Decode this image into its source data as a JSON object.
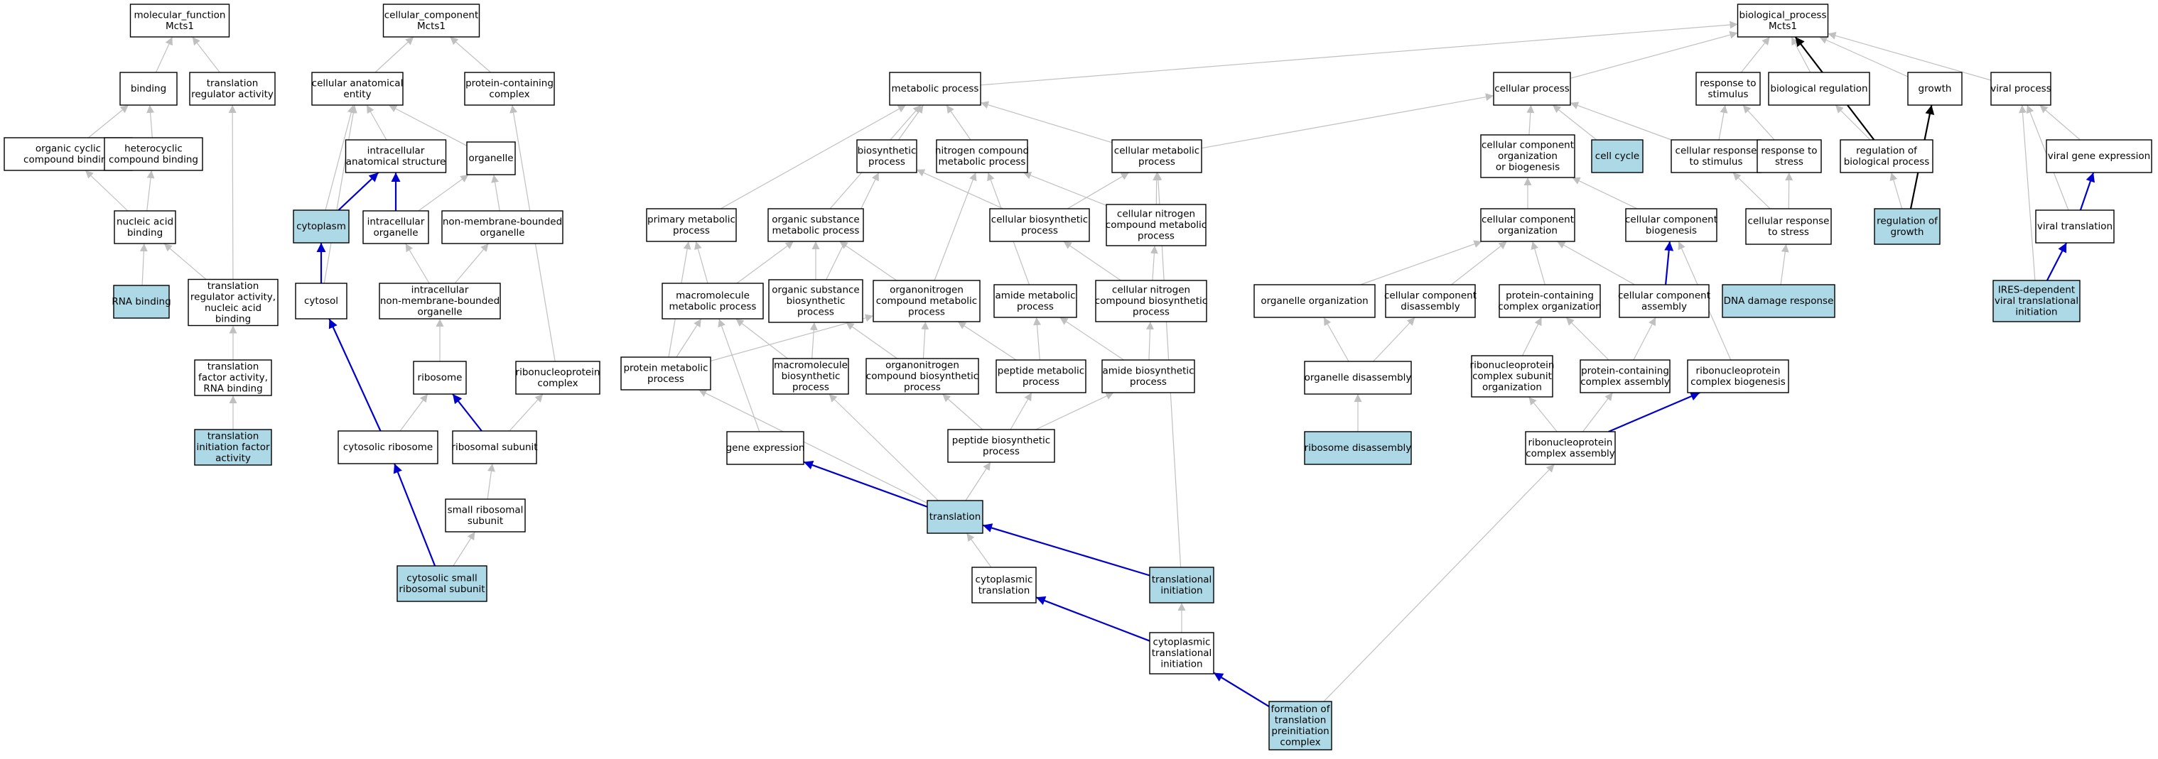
{
  "colors": {
    "node_fill": "#ffffff",
    "highlight_fill": "#add8e6",
    "node_border": "#000000",
    "edge_gray": "#c0c0c0",
    "edge_blue": "#0000cd",
    "edge_black": "#000000"
  },
  "nodes": {
    "mf_root": {
      "lines": [
        "molecular_function",
        "Mcts1"
      ],
      "highlight": false
    },
    "binding": {
      "lines": [
        "binding"
      ],
      "highlight": false
    },
    "trans_reg": {
      "lines": [
        "translation",
        "regulator activity"
      ],
      "highlight": false
    },
    "oc_bind": {
      "lines": [
        "organic cyclic",
        "compound binding"
      ],
      "highlight": false
    },
    "het_bind": {
      "lines": [
        "heterocyclic",
        "compound binding"
      ],
      "highlight": false
    },
    "na_bind": {
      "lines": [
        "nucleic acid",
        "binding"
      ],
      "highlight": false
    },
    "rna_bind": {
      "lines": [
        "RNA binding"
      ],
      "highlight": true
    },
    "trna": {
      "lines": [
        "translation",
        "regulator activity,",
        "nucleic acid",
        "binding"
      ],
      "highlight": false
    },
    "tf_rna": {
      "lines": [
        "translation",
        "factor activity,",
        "RNA binding"
      ],
      "highlight": false
    },
    "tif": {
      "lines": [
        "translation",
        "initiation factor",
        "activity"
      ],
      "highlight": true
    },
    "cc_root": {
      "lines": [
        "cellular_component",
        "Mcts1"
      ],
      "highlight": false
    },
    "cae": {
      "lines": [
        "cellular anatomical",
        "entity"
      ],
      "highlight": false
    },
    "pcc": {
      "lines": [
        "protein-containing",
        "complex"
      ],
      "highlight": false
    },
    "ias": {
      "lines": [
        "intracellular",
        "anatomical structure"
      ],
      "highlight": false
    },
    "organelle": {
      "lines": [
        "organelle"
      ],
      "highlight": false
    },
    "cytoplasm": {
      "lines": [
        "cytoplasm"
      ],
      "highlight": true
    },
    "intra_org": {
      "lines": [
        "intracellular",
        "organelle"
      ],
      "highlight": false
    },
    "nmbo": {
      "lines": [
        "non-membrane-bounded",
        "organelle"
      ],
      "highlight": false
    },
    "cytosol": {
      "lines": [
        "cytosol"
      ],
      "highlight": false
    },
    "inmbo": {
      "lines": [
        "intracellular",
        "non-membrane-bounded",
        "organelle"
      ],
      "highlight": false
    },
    "ribosome": {
      "lines": [
        "ribosome"
      ],
      "highlight": false
    },
    "rnp_cx": {
      "lines": [
        "ribonucleoprotein",
        "complex"
      ],
      "highlight": false
    },
    "cyt_ribo": {
      "lines": [
        "cytosolic ribosome"
      ],
      "highlight": false
    },
    "ribo_sub": {
      "lines": [
        "ribosomal subunit"
      ],
      "highlight": false
    },
    "small_sub": {
      "lines": [
        "small ribosomal",
        "subunit"
      ],
      "highlight": false
    },
    "cyt_small": {
      "lines": [
        "cytosolic small",
        "ribosomal subunit"
      ],
      "highlight": true
    },
    "bp_root": {
      "lines": [
        "biological_process",
        "Mcts1"
      ],
      "highlight": false
    },
    "met_proc": {
      "lines": [
        "metabolic process"
      ],
      "highlight": false
    },
    "cell_proc": {
      "lines": [
        "cellular process"
      ],
      "highlight": false
    },
    "resp_stim": {
      "lines": [
        "response to",
        "stimulus"
      ],
      "highlight": false
    },
    "bio_reg": {
      "lines": [
        "biological regulation"
      ],
      "highlight": false
    },
    "growth": {
      "lines": [
        "growth"
      ],
      "highlight": false
    },
    "viral_proc": {
      "lines": [
        "viral process"
      ],
      "highlight": false
    },
    "biosyn": {
      "lines": [
        "biosynthetic",
        "process"
      ],
      "highlight": false
    },
    "ncmp": {
      "lines": [
        "nitrogen compound",
        "metabolic process"
      ],
      "highlight": false
    },
    "cmp": {
      "lines": [
        "cellular metabolic",
        "process"
      ],
      "highlight": false
    },
    "ccob": {
      "lines": [
        "cellular component",
        "organization",
        "or biogenesis"
      ],
      "highlight": false
    },
    "cell_cycle": {
      "lines": [
        "cell cycle"
      ],
      "highlight": true
    },
    "crs": {
      "lines": [
        "cellular response",
        "to stimulus"
      ],
      "highlight": false
    },
    "resp_stress": {
      "lines": [
        "response to",
        "stress"
      ],
      "highlight": false
    },
    "reg_bp": {
      "lines": [
        "regulation of",
        "biological process"
      ],
      "highlight": false
    },
    "vge": {
      "lines": [
        "viral gene expression"
      ],
      "highlight": false
    },
    "pmp": {
      "lines": [
        "primary metabolic",
        "process"
      ],
      "highlight": false
    },
    "osmp": {
      "lines": [
        "organic substance",
        "metabolic process"
      ],
      "highlight": false
    },
    "cbp": {
      "lines": [
        "cellular biosynthetic",
        "process"
      ],
      "highlight": false
    },
    "cncmp": {
      "lines": [
        "cellular nitrogen",
        "compound metabolic",
        "process"
      ],
      "highlight": false
    },
    "cco": {
      "lines": [
        "cellular component",
        "organization"
      ],
      "highlight": false
    },
    "ccb": {
      "lines": [
        "cellular component",
        "biogenesis"
      ],
      "highlight": false
    },
    "crstress": {
      "lines": [
        "cellular response",
        "to stress"
      ],
      "highlight": false
    },
    "reg_growth": {
      "lines": [
        "regulation of",
        "growth"
      ],
      "highlight": true
    },
    "viral_trans": {
      "lines": [
        "viral translation"
      ],
      "highlight": false
    },
    "mmp": {
      "lines": [
        "macromolecule",
        "metabolic process"
      ],
      "highlight": false
    },
    "osbp": {
      "lines": [
        "organic substance",
        "biosynthetic",
        "process"
      ],
      "highlight": false
    },
    "oncmp": {
      "lines": [
        "organonitrogen",
        "compound metabolic",
        "process"
      ],
      "highlight": false
    },
    "amp": {
      "lines": [
        "amide metabolic",
        "process"
      ],
      "highlight": false
    },
    "cncbp": {
      "lines": [
        "cellular nitrogen",
        "compound biosynthetic",
        "process"
      ],
      "highlight": false
    },
    "org_org": {
      "lines": [
        "organelle organization"
      ],
      "highlight": false
    },
    "cc_dis": {
      "lines": [
        "cellular component",
        "disassembly"
      ],
      "highlight": false
    },
    "pcco": {
      "lines": [
        "protein-containing",
        "complex organization"
      ],
      "highlight": false
    },
    "cca": {
      "lines": [
        "cellular component",
        "assembly"
      ],
      "highlight": false
    },
    "dna_dmg": {
      "lines": [
        "DNA damage response"
      ],
      "highlight": true
    },
    "ires": {
      "lines": [
        "IRES-dependent",
        "viral translational",
        "initiation"
      ],
      "highlight": true
    },
    "prot_mp": {
      "lines": [
        "protein metabolic",
        "process"
      ],
      "highlight": false
    },
    "mbp": {
      "lines": [
        "macromolecule",
        "biosynthetic",
        "process"
      ],
      "highlight": false
    },
    "oncbp": {
      "lines": [
        "organonitrogen",
        "compound biosynthetic",
        "process"
      ],
      "highlight": false
    },
    "pep_mp": {
      "lines": [
        "peptide metabolic",
        "process"
      ],
      "highlight": false
    },
    "abp": {
      "lines": [
        "amide biosynthetic",
        "process"
      ],
      "highlight": false
    },
    "org_dis": {
      "lines": [
        "organelle disassembly"
      ],
      "highlight": false
    },
    "rnp_cso": {
      "lines": [
        "ribonucleoprotein",
        "complex subunit",
        "organization"
      ],
      "highlight": false
    },
    "pcca": {
      "lines": [
        "protein-containing",
        "complex assembly"
      ],
      "highlight": false
    },
    "rnp_cb": {
      "lines": [
        "ribonucleoprotein",
        "complex biogenesis"
      ],
      "highlight": false
    },
    "gene_expr": {
      "lines": [
        "gene expression"
      ],
      "highlight": false
    },
    "pep_bp": {
      "lines": [
        "peptide biosynthetic",
        "process"
      ],
      "highlight": false
    },
    "ribo_dis": {
      "lines": [
        "ribosome disassembly"
      ],
      "highlight": true
    },
    "rnp_ca": {
      "lines": [
        "ribonucleoprotein",
        "complex assembly"
      ],
      "highlight": false
    },
    "translation": {
      "lines": [
        "translation"
      ],
      "highlight": true
    },
    "cyt_trans": {
      "lines": [
        "cytoplasmic",
        "translation"
      ],
      "highlight": false
    },
    "trans_init": {
      "lines": [
        "translational",
        "initiation"
      ],
      "highlight": true
    },
    "cyt_ti": {
      "lines": [
        "cytoplasmic",
        "translational",
        "initiation"
      ],
      "highlight": false
    },
    "ftpc": {
      "lines": [
        "formation of",
        "translation",
        "preinitiation",
        "complex"
      ],
      "highlight": true
    }
  },
  "edges": [
    {
      "from": "binding",
      "to": "mf_root",
      "style": "gray"
    },
    {
      "from": "trans_reg",
      "to": "mf_root",
      "style": "gray"
    },
    {
      "from": "oc_bind",
      "to": "binding",
      "style": "gray"
    },
    {
      "from": "het_bind",
      "to": "binding",
      "style": "gray"
    },
    {
      "from": "na_bind",
      "to": "oc_bind",
      "style": "gray"
    },
    {
      "from": "na_bind",
      "to": "het_bind",
      "style": "gray"
    },
    {
      "from": "rna_bind",
      "to": "na_bind",
      "style": "gray"
    },
    {
      "from": "trna",
      "to": "na_bind",
      "style": "gray"
    },
    {
      "from": "trna",
      "to": "trans_reg",
      "style": "gray"
    },
    {
      "from": "tf_rna",
      "to": "trna",
      "style": "gray"
    },
    {
      "from": "tif",
      "to": "tf_rna",
      "style": "gray"
    },
    {
      "from": "cae",
      "to": "cc_root",
      "style": "gray"
    },
    {
      "from": "pcc",
      "to": "cc_root",
      "style": "gray"
    },
    {
      "from": "ias",
      "to": "cae",
      "style": "gray"
    },
    {
      "from": "organelle",
      "to": "cae",
      "style": "gray"
    },
    {
      "from": "cytoplasm",
      "to": "cae",
      "style": "gray"
    },
    {
      "from": "cytoplasm",
      "to": "ias",
      "style": "blue"
    },
    {
      "from": "intra_org",
      "to": "ias",
      "style": "blue"
    },
    {
      "from": "intra_org",
      "to": "organelle",
      "style": "gray"
    },
    {
      "from": "nmbo",
      "to": "organelle",
      "style": "gray"
    },
    {
      "from": "cytosol",
      "to": "cytoplasm",
      "style": "blue"
    },
    {
      "from": "cytosol",
      "to": "cae",
      "style": "gray"
    },
    {
      "from": "inmbo",
      "to": "intra_org",
      "style": "gray"
    },
    {
      "from": "inmbo",
      "to": "nmbo",
      "style": "gray"
    },
    {
      "from": "ribosome",
      "to": "inmbo",
      "style": "gray"
    },
    {
      "from": "rnp_cx",
      "to": "pcc",
      "style": "gray"
    },
    {
      "from": "cyt_ribo",
      "to": "cytosol",
      "style": "blue"
    },
    {
      "from": "cyt_ribo",
      "to": "ribosome",
      "style": "gray"
    },
    {
      "from": "ribo_sub",
      "to": "ribosome",
      "style": "blue"
    },
    {
      "from": "ribo_sub",
      "to": "rnp_cx",
      "style": "gray"
    },
    {
      "from": "small_sub",
      "to": "ribo_sub",
      "style": "gray"
    },
    {
      "from": "cyt_small",
      "to": "cyt_ribo",
      "style": "blue"
    },
    {
      "from": "cyt_small",
      "to": "small_sub",
      "style": "gray"
    },
    {
      "from": "met_proc",
      "to": "bp_root",
      "style": "gray"
    },
    {
      "from": "cell_proc",
      "to": "bp_root",
      "style": "gray"
    },
    {
      "from": "resp_stim",
      "to": "bp_root",
      "style": "gray"
    },
    {
      "from": "bio_reg",
      "to": "bp_root",
      "style": "gray"
    },
    {
      "from": "growth",
      "to": "bp_root",
      "style": "gray"
    },
    {
      "from": "viral_proc",
      "to": "bp_root",
      "style": "gray"
    },
    {
      "from": "reg_bp",
      "to": "bp_root",
      "style": "black"
    },
    {
      "from": "reg_bp",
      "to": "bio_reg",
      "style": "gray"
    },
    {
      "from": "reg_growth",
      "to": "growth",
      "style": "black"
    },
    {
      "from": "reg_growth",
      "to": "reg_bp",
      "style": "gray"
    },
    {
      "from": "biosyn",
      "to": "met_proc",
      "style": "gray"
    },
    {
      "from": "ncmp",
      "to": "met_proc",
      "style": "gray"
    },
    {
      "from": "cmp",
      "to": "met_proc",
      "style": "gray"
    },
    {
      "from": "cmp",
      "to": "cell_proc",
      "style": "gray"
    },
    {
      "from": "pmp",
      "to": "met_proc",
      "style": "gray"
    },
    {
      "from": "osmp",
      "to": "met_proc",
      "style": "gray"
    },
    {
      "from": "ccob",
      "to": "cell_proc",
      "style": "gray"
    },
    {
      "from": "cell_cycle",
      "to": "cell_proc",
      "style": "gray"
    },
    {
      "from": "crs",
      "to": "cell_proc",
      "style": "gray"
    },
    {
      "from": "crs",
      "to": "resp_stim",
      "style": "gray"
    },
    {
      "from": "resp_stress",
      "to": "resp_stim",
      "style": "gray"
    },
    {
      "from": "vge",
      "to": "viral_proc",
      "style": "gray"
    },
    {
      "from": "viral_trans",
      "to": "viral_proc",
      "style": "gray"
    },
    {
      "from": "viral_trans",
      "to": "vge",
      "style": "blue"
    },
    {
      "from": "ires",
      "to": "viral_trans",
      "style": "blue"
    },
    {
      "from": "ires",
      "to": "viral_proc",
      "style": "gray"
    },
    {
      "from": "cbp",
      "to": "cmp",
      "style": "gray"
    },
    {
      "from": "cbp",
      "to": "biosyn",
      "style": "gray"
    },
    {
      "from": "cncmp",
      "to": "cmp",
      "style": "gray"
    },
    {
      "from": "cncmp",
      "to": "ncmp",
      "style": "gray"
    },
    {
      "from": "cco",
      "to": "ccob",
      "style": "gray"
    },
    {
      "from": "ccb",
      "to": "ccob",
      "style": "gray"
    },
    {
      "from": "crstress",
      "to": "crs",
      "style": "gray"
    },
    {
      "from": "crstress",
      "to": "resp_stress",
      "style": "gray"
    },
    {
      "from": "dna_dmg",
      "to": "crstress",
      "style": "gray"
    },
    {
      "from": "mmp",
      "to": "pmp",
      "style": "gray"
    },
    {
      "from": "mmp",
      "to": "osmp",
      "style": "gray"
    },
    {
      "from": "osbp",
      "to": "osmp",
      "style": "gray"
    },
    {
      "from": "osbp",
      "to": "biosyn",
      "style": "gray"
    },
    {
      "from": "oncmp",
      "to": "osmp",
      "style": "gray"
    },
    {
      "from": "oncmp",
      "to": "ncmp",
      "style": "gray"
    },
    {
      "from": "amp",
      "to": "ncmp",
      "style": "gray"
    },
    {
      "from": "cncbp",
      "to": "cncmp",
      "style": "gray"
    },
    {
      "from": "cncbp",
      "to": "cbp",
      "style": "gray"
    },
    {
      "from": "org_org",
      "to": "cco",
      "style": "gray"
    },
    {
      "from": "cc_dis",
      "to": "cco",
      "style": "gray"
    },
    {
      "from": "pcco",
      "to": "cco",
      "style": "gray"
    },
    {
      "from": "cca",
      "to": "cco",
      "style": "gray"
    },
    {
      "from": "cca",
      "to": "ccb",
      "style": "blue"
    },
    {
      "from": "prot_mp",
      "to": "pmp",
      "style": "gray"
    },
    {
      "from": "prot_mp",
      "to": "mmp",
      "style": "gray"
    },
    {
      "from": "prot_mp",
      "to": "oncmp",
      "style": "gray"
    },
    {
      "from": "mbp",
      "to": "mmp",
      "style": "gray"
    },
    {
      "from": "mbp",
      "to": "osbp",
      "style": "gray"
    },
    {
      "from": "oncbp",
      "to": "oncmp",
      "style": "gray"
    },
    {
      "from": "oncbp",
      "to": "osbp",
      "style": "gray"
    },
    {
      "from": "pep_mp",
      "to": "amp",
      "style": "gray"
    },
    {
      "from": "pep_mp",
      "to": "oncmp",
      "style": "gray"
    },
    {
      "from": "abp",
      "to": "amp",
      "style": "gray"
    },
    {
      "from": "abp",
      "to": "cncbp",
      "style": "gray"
    },
    {
      "from": "org_dis",
      "to": "org_org",
      "style": "gray"
    },
    {
      "from": "org_dis",
      "to": "cc_dis",
      "style": "gray"
    },
    {
      "from": "rnp_cso",
      "to": "pcco",
      "style": "gray"
    },
    {
      "from": "pcca",
      "to": "pcco",
      "style": "gray"
    },
    {
      "from": "pcca",
      "to": "cca",
      "style": "gray"
    },
    {
      "from": "rnp_cb",
      "to": "ccb",
      "style": "gray"
    },
    {
      "from": "gene_expr",
      "to": "mmp",
      "style": "gray"
    },
    {
      "from": "pep_bp",
      "to": "pep_mp",
      "style": "gray"
    },
    {
      "from": "pep_bp",
      "to": "abp",
      "style": "gray"
    },
    {
      "from": "pep_bp",
      "to": "oncbp",
      "style": "gray"
    },
    {
      "from": "ribo_dis",
      "to": "org_dis",
      "style": "gray"
    },
    {
      "from": "rnp_ca",
      "to": "rnp_cso",
      "style": "gray"
    },
    {
      "from": "rnp_ca",
      "to": "pcca",
      "style": "gray"
    },
    {
      "from": "rnp_ca",
      "to": "rnp_cb",
      "style": "blue"
    },
    {
      "from": "translation",
      "to": "gene_expr",
      "style": "blue"
    },
    {
      "from": "translation",
      "to": "pep_bp",
      "style": "gray"
    },
    {
      "from": "translation",
      "to": "prot_mp",
      "style": "gray"
    },
    {
      "from": "translation",
      "to": "mbp",
      "style": "gray"
    },
    {
      "from": "cyt_trans",
      "to": "translation",
      "style": "gray"
    },
    {
      "from": "trans_init",
      "to": "translation",
      "style": "blue"
    },
    {
      "from": "trans_init",
      "to": "cmp",
      "style": "gray"
    },
    {
      "from": "cyt_ti",
      "to": "trans_init",
      "style": "gray"
    },
    {
      "from": "cyt_ti",
      "to": "cyt_trans",
      "style": "blue"
    },
    {
      "from": "ftpc",
      "to": "cyt_ti",
      "style": "blue"
    },
    {
      "from": "ftpc",
      "to": "rnp_ca",
      "style": "gray"
    }
  ]
}
